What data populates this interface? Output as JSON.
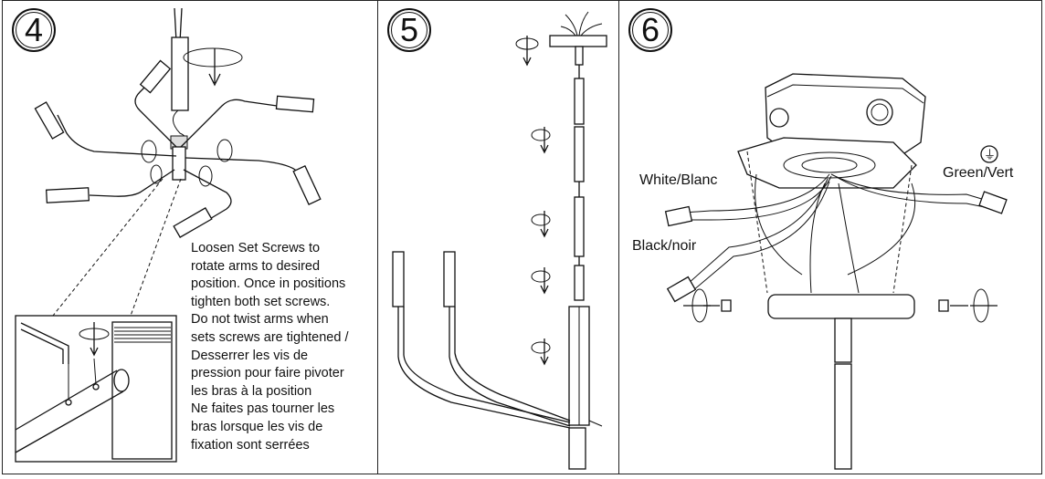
{
  "steps": [
    {
      "number": "4",
      "instructions": [
        "Loosen Set Screws to",
        "rotate arms to desired",
        "position. Once in positions",
        "tighten both set screws.",
        "Do not twist arms when",
        "sets screws are tightened /",
        "Desserrer les vis de",
        "pression pour faire pivoter",
        "les bras à la position",
        "Ne faites pas tourner les",
        "bras lorsque les vis de",
        "fixation sont serrées"
      ]
    },
    {
      "number": "5"
    },
    {
      "number": "6",
      "labels": {
        "white": "White/Blanc",
        "black": "Black/noir",
        "green": "Green/Vert",
        "ground_symbol": "⏚"
      }
    }
  ]
}
